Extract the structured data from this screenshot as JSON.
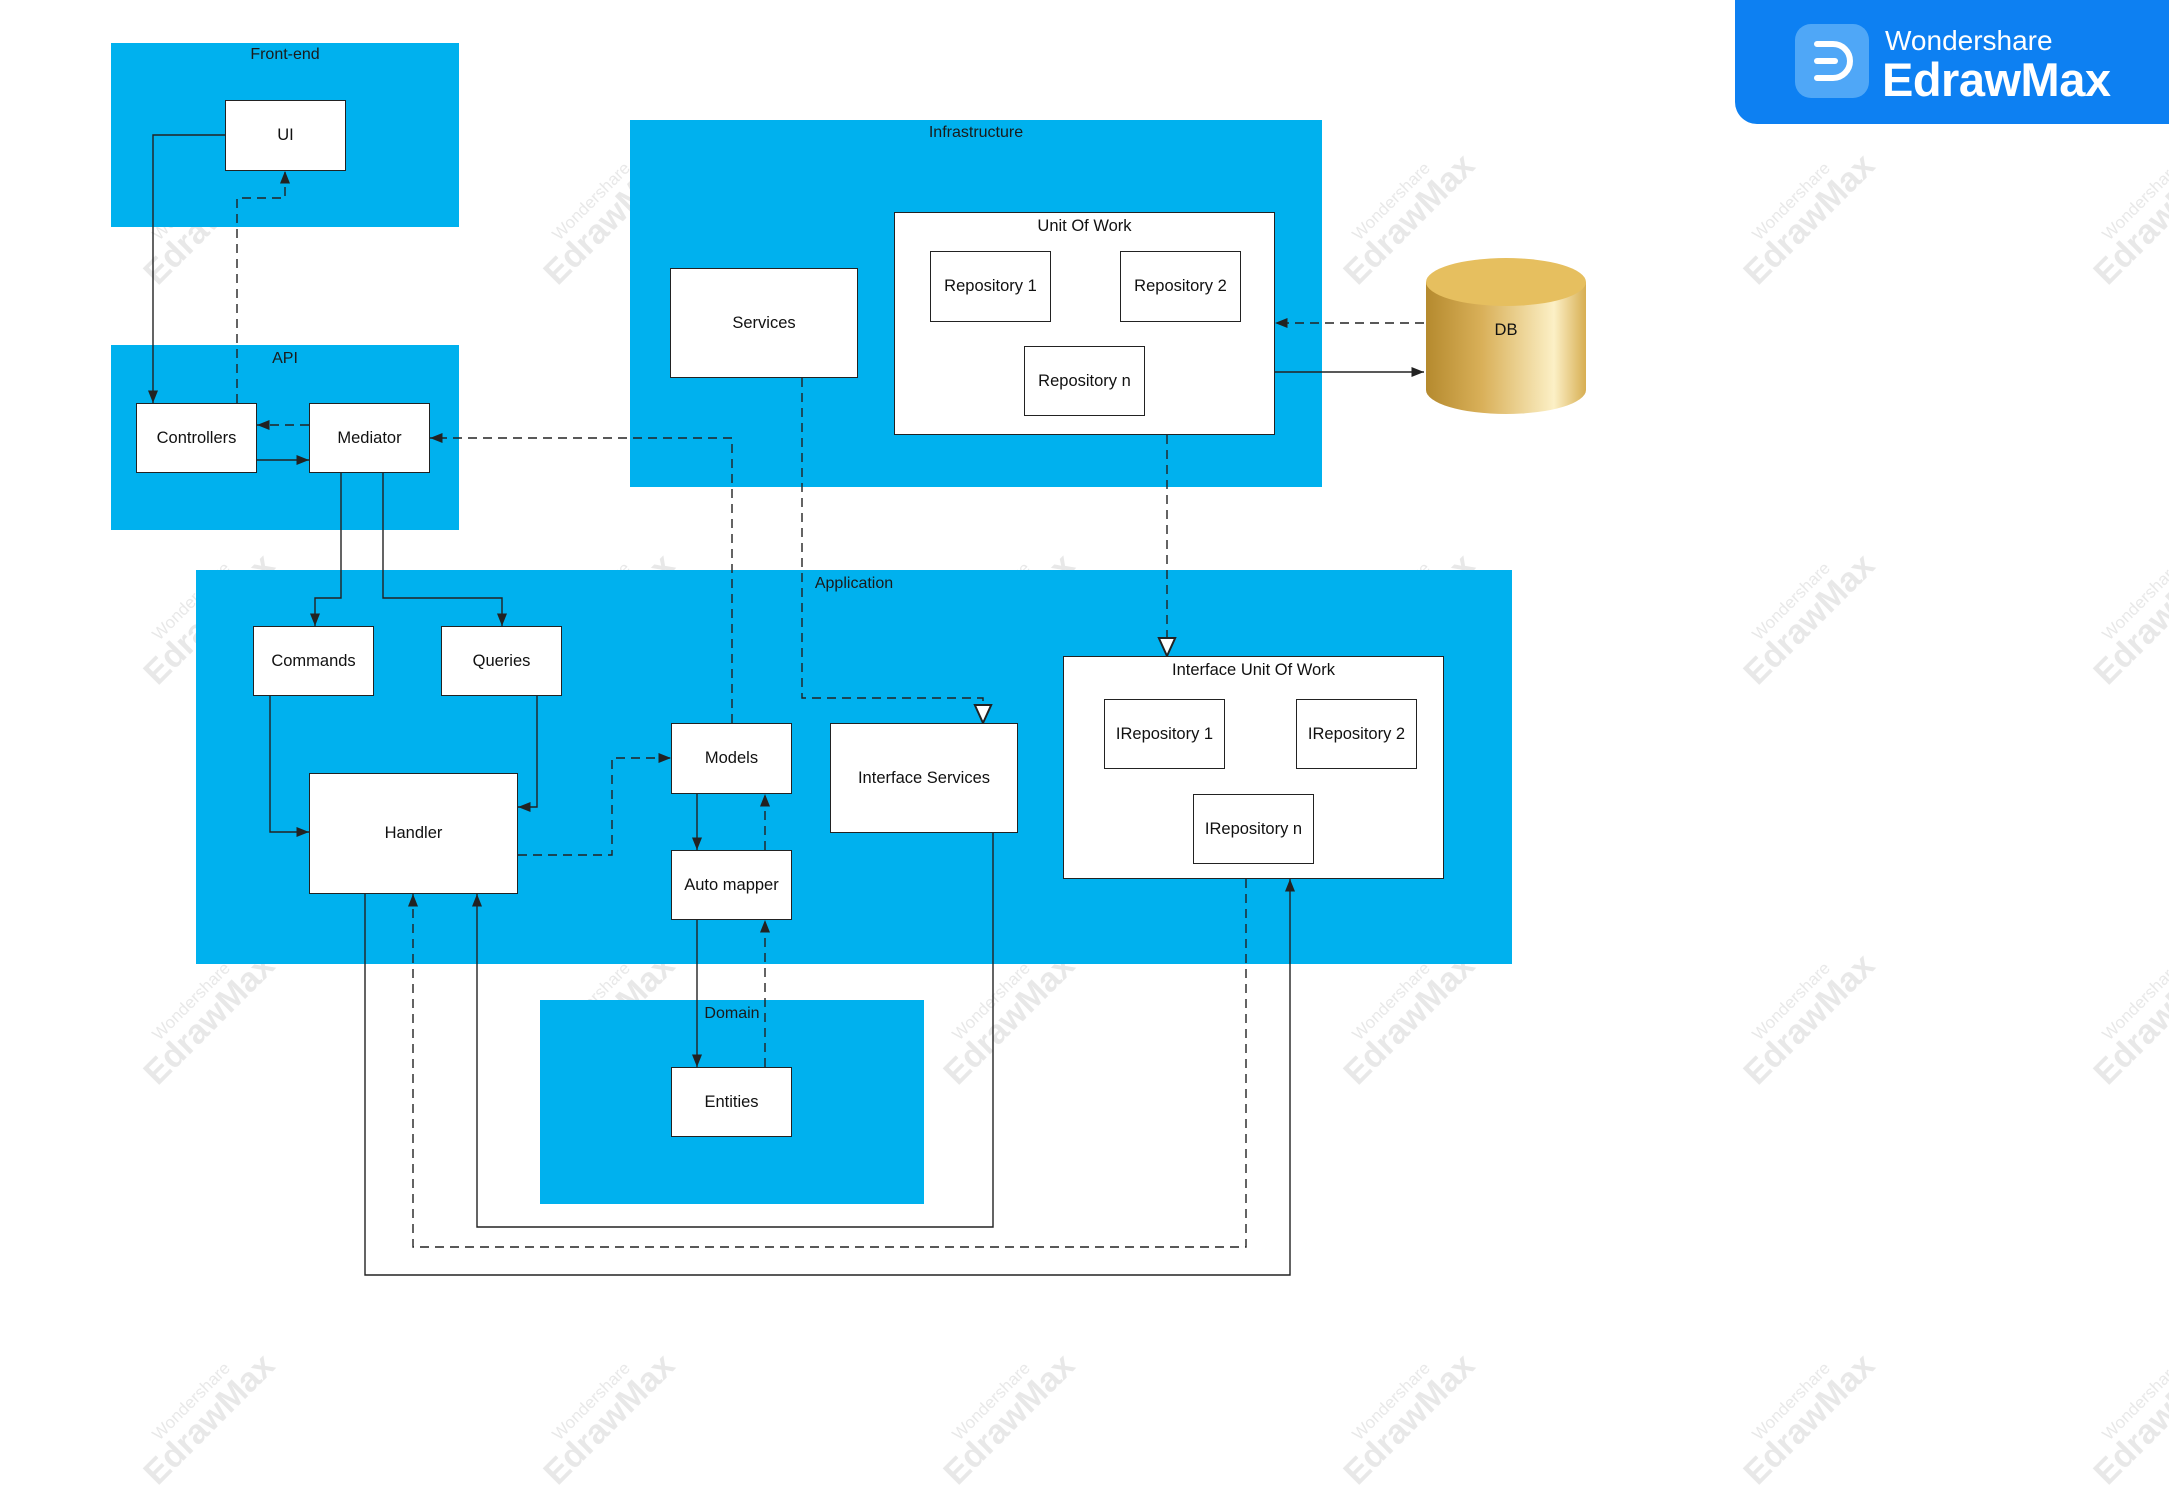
{
  "brand": {
    "company": "Wondershare",
    "product": "EdrawMax",
    "color": "#0D80F2"
  },
  "watermark": {
    "line1": "Wondershare",
    "line2": "EdrawMax"
  },
  "colors": {
    "container_fill": "#00B1EE",
    "node_fill": "#FFFFFF",
    "line": "#222222",
    "db_fill": "#E2B95A"
  },
  "containers": {
    "frontend": {
      "title": "Front-end"
    },
    "api": {
      "title": "API"
    },
    "infrastructure": {
      "title": "Infrastructure"
    },
    "application": {
      "title": "Application"
    },
    "domain": {
      "title": "Domain"
    }
  },
  "nodes": {
    "ui": "UI",
    "controllers": "Controllers",
    "mediator": "Mediator",
    "services": "Services",
    "unit_of_work": "Unit Of Work",
    "repository_1": "Repository 1",
    "repository_2": "Repository 2",
    "repository_n": "Repository n",
    "db": "DB",
    "commands": "Commands",
    "queries": "Queries",
    "handler": "Handler",
    "models": "Models",
    "auto_mapper": "Auto mapper",
    "interface_services": "Interface Services",
    "interface_unit_of_work": "Interface Unit Of Work",
    "irepository_1": "IRepository 1",
    "irepository_2": "IRepository 2",
    "irepository_n": "IRepository n",
    "entities": "Entities"
  }
}
